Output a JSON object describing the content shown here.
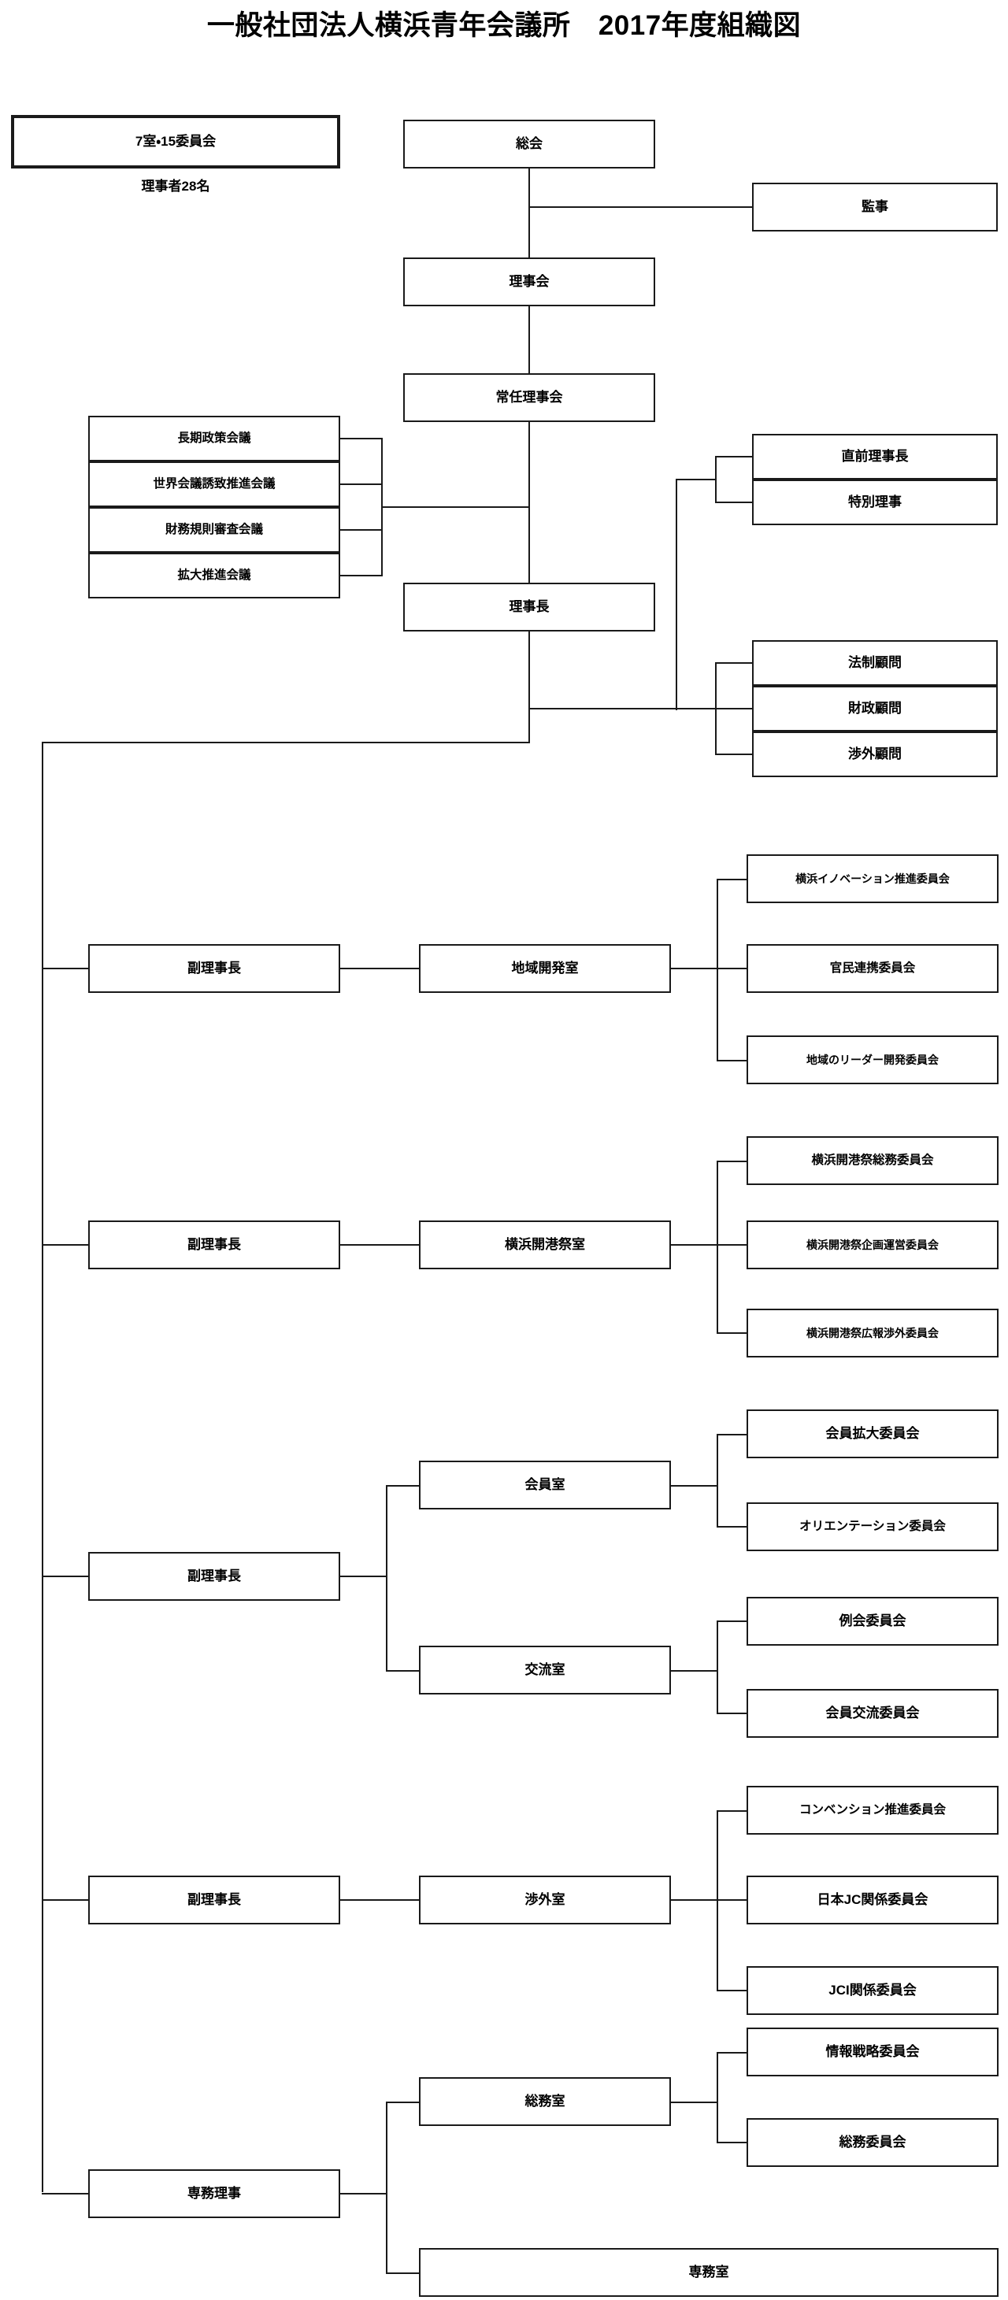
{
  "document": {
    "title": "一般社団法人横浜青年会議所　2017年度組織図",
    "type": "organization-chart",
    "year": "2017"
  },
  "summary": {
    "rooms_committees": "7室・15委員会",
    "directors_count": "理事者28名"
  },
  "nodes": {
    "general_assembly": "総会",
    "auditor": "監事",
    "board_of_directors": "理事会",
    "standing_board": "常任理事会",
    "president": "理事長",
    "immediate_past_president": "直前理事長",
    "special_director": "特別理事",
    "legal_advisor": "法制顧問",
    "finance_advisor": "財政顧問",
    "external_advisor": "渉外顧問",
    "managing_director": "専務理事"
  },
  "councils": [
    "長期政策会議",
    "世界会議誘致推進会議",
    "財務規則審査会議",
    "拡大推進会議"
  ],
  "vice_president_label": "副理事長",
  "divisions": [
    {
      "name": "地域開発室",
      "parent": "副理事長",
      "committees": [
        "横浜イノベーション推進委員会",
        "官民連携委員会",
        "地域のリーダー開発委員会"
      ]
    },
    {
      "name": "横浜開港祭室",
      "parent": "副理事長",
      "committees": [
        "横浜開港祭総務委員会",
        "横浜開港祭企画運営委員会",
        "横浜開港祭広報渉外委員会"
      ]
    },
    {
      "name": "会員室",
      "parent": "副理事長",
      "committees": [
        "会員拡大委員会",
        "オリエンテーション委員会"
      ]
    },
    {
      "name": "交流室",
      "parent": "副理事長",
      "committees": [
        "例会委員会",
        "会員交流委員会"
      ]
    },
    {
      "name": "渉外室",
      "parent": "副理事長",
      "committees": [
        "コンベンション推進委員会",
        "日本JC関係委員会",
        "JCI関係委員会"
      ]
    },
    {
      "name": "総務室",
      "parent": "専務理事",
      "committees": [
        "情報戦略委員会",
        "総務委員会"
      ]
    },
    {
      "name": "専務室",
      "parent": "専務理事",
      "committees": []
    }
  ],
  "colors": {
    "line": "#1a1a1a",
    "background": "#ffffff",
    "text": "#000000"
  }
}
